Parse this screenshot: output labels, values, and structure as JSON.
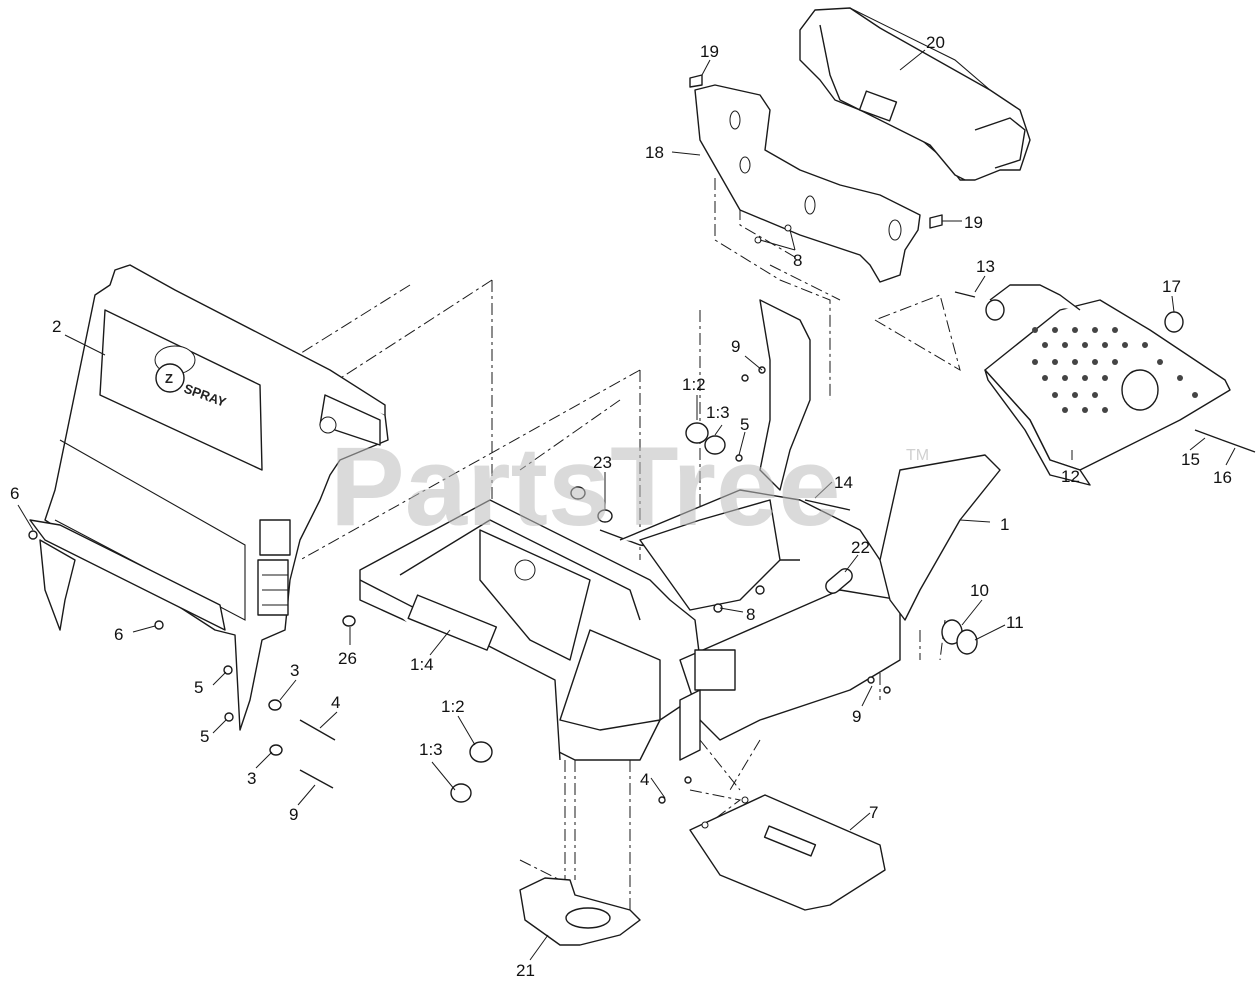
{
  "watermark": {
    "text": "PartsTree",
    "tm": "TM"
  },
  "logo": {
    "letter": "Z",
    "text": "SPRAY"
  },
  "callouts": [
    {
      "id": "c-19a",
      "label": "19"
    },
    {
      "id": "c-20",
      "label": "20"
    },
    {
      "id": "c-18",
      "label": "18"
    },
    {
      "id": "c-19b",
      "label": "19"
    },
    {
      "id": "c-8a",
      "label": "8"
    },
    {
      "id": "c-13",
      "label": "13"
    },
    {
      "id": "c-17",
      "label": "17"
    },
    {
      "id": "c-2",
      "label": "2"
    },
    {
      "id": "c-9a",
      "label": "9"
    },
    {
      "id": "c-1-2a",
      "label": "1:2"
    },
    {
      "id": "c-1-3a",
      "label": "1:3"
    },
    {
      "id": "c-5a",
      "label": "5"
    },
    {
      "id": "c-23",
      "label": "23"
    },
    {
      "id": "c-14",
      "label": "14"
    },
    {
      "id": "c-12",
      "label": "12"
    },
    {
      "id": "c-15",
      "label": "15"
    },
    {
      "id": "c-16",
      "label": "16"
    },
    {
      "id": "c-1",
      "label": "1"
    },
    {
      "id": "c-6a",
      "label": "6"
    },
    {
      "id": "c-22",
      "label": "22"
    },
    {
      "id": "c-8b",
      "label": "8"
    },
    {
      "id": "c-10",
      "label": "10"
    },
    {
      "id": "c-11",
      "label": "11"
    },
    {
      "id": "c-6b",
      "label": "6"
    },
    {
      "id": "c-26",
      "label": "26"
    },
    {
      "id": "c-1-4",
      "label": "1:4"
    },
    {
      "id": "c-3a",
      "label": "3"
    },
    {
      "id": "c-5b",
      "label": "5"
    },
    {
      "id": "c-4a",
      "label": "4"
    },
    {
      "id": "c-9b",
      "label": "9"
    },
    {
      "id": "c-1-2b",
      "label": "1:2"
    },
    {
      "id": "c-5c",
      "label": "5"
    },
    {
      "id": "c-1-3b",
      "label": "1:3"
    },
    {
      "id": "c-3b",
      "label": "3"
    },
    {
      "id": "c-4b",
      "label": "4"
    },
    {
      "id": "c-9c",
      "label": "9"
    },
    {
      "id": "c-7",
      "label": "7"
    },
    {
      "id": "c-21",
      "label": "21"
    }
  ]
}
